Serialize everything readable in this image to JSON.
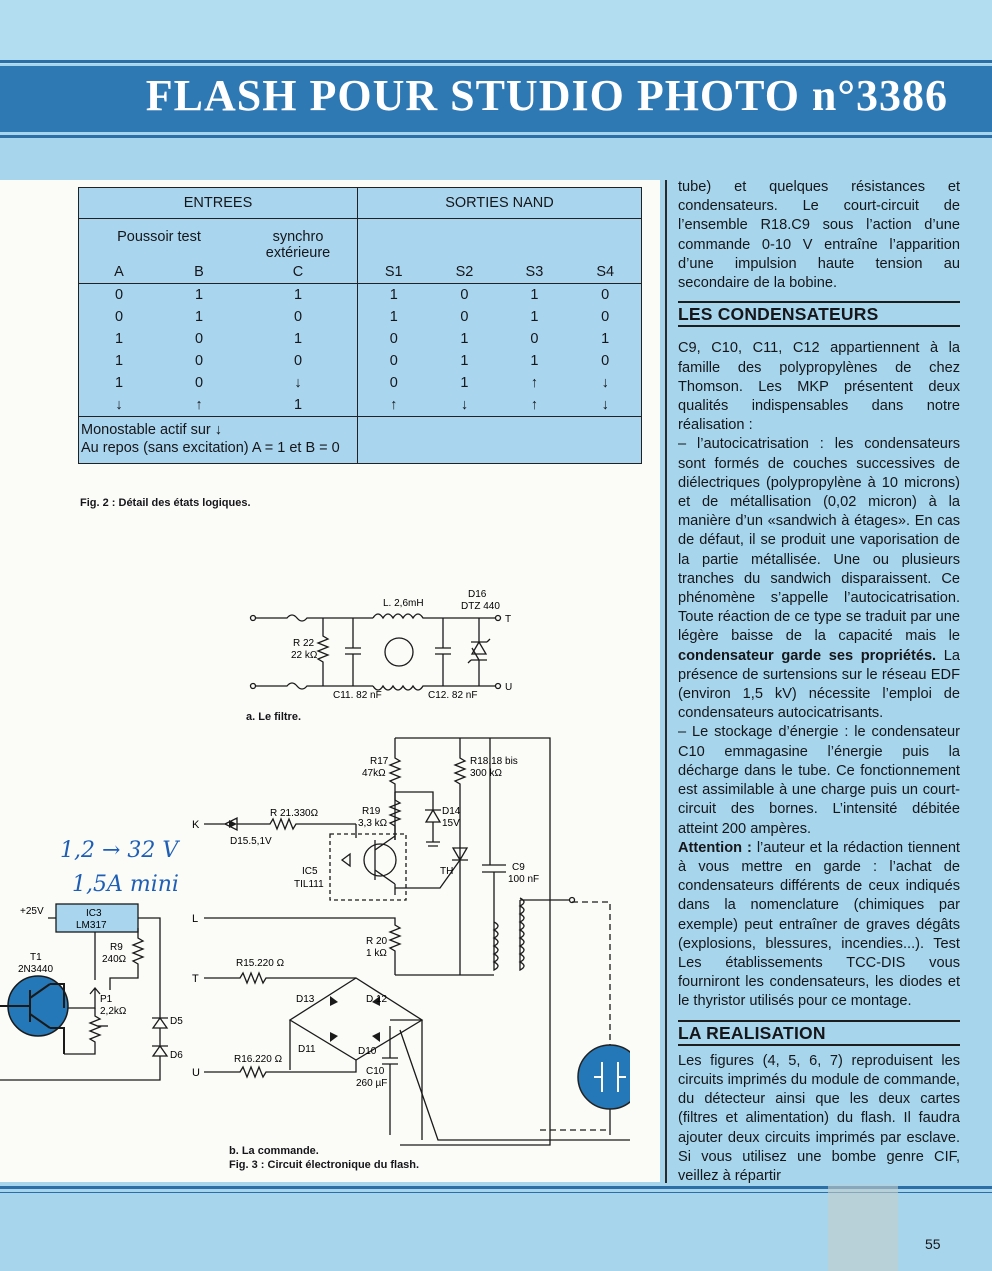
{
  "header": {
    "title": "FLASH POUR STUDIO PHOTO n°3386"
  },
  "table": {
    "entrees_label": "ENTREES",
    "sorties_label": "SORTIES NAND",
    "poussoir_label": "Poussoir test",
    "synchro_label_1": "synchro",
    "synchro_label_2": "extérieure",
    "cols": [
      "A",
      "B",
      "C",
      "S1",
      "S2",
      "S3",
      "S4"
    ],
    "rows": [
      [
        "0",
        "1",
        "1",
        "1",
        "0",
        "1",
        "0"
      ],
      [
        "0",
        "1",
        "0",
        "1",
        "0",
        "1",
        "0"
      ],
      [
        "1",
        "0",
        "1",
        "0",
        "1",
        "0",
        "1"
      ],
      [
        "1",
        "0",
        "0",
        "0",
        "1",
        "1",
        "0"
      ],
      [
        "1",
        "0",
        "↓",
        "0",
        "1",
        "↑",
        "↓"
      ],
      [
        "↓",
        "↑",
        "1",
        "↑",
        "↓",
        "↑",
        "↓"
      ]
    ],
    "note_1": "Monostable actif sur ↓",
    "note_2": "Au repos (sans excitation) A = 1 et B = 0"
  },
  "fig2_caption": "Fig. 2 : Détail des états logiques.",
  "filter": {
    "l": "L. 2,6mH",
    "d16": "D16",
    "dtz": "DTZ 440",
    "r22": "R 22",
    "r22v": "22 kΩ",
    "c11": "C11. 82 nF",
    "c12": "C12. 82 nF",
    "t": "T",
    "u": "U",
    "caption": "a. Le filtre."
  },
  "command": {
    "r17": "R17",
    "r17v": "47kΩ",
    "r18": "R18.18 bis",
    "r18v": "300 kΩ",
    "r21": "R 21.330Ω",
    "r19": "R19",
    "r19v": "3,3 kΩ",
    "d14": "D14",
    "d14v": "15V",
    "k": "K",
    "d15": "D15.5,1V",
    "ic5": "IC5",
    "ic5v": "TIL111",
    "th": "TH",
    "c9": "C9",
    "c9v": "100 nF",
    "l": "L",
    "r20": "R 20",
    "r20v": "1 kΩ",
    "t": "T",
    "r15": "R15.220 Ω",
    "d13": "D13",
    "d12": "D 12",
    "d11": "D11",
    "d10": "D10",
    "u": "U",
    "r16": "R16.220 Ω",
    "c10": "C10",
    "c10v": "260 µF",
    "caption_1": "b. La commande.",
    "caption_2": "Fig. 3 : Circuit électronique du flash."
  },
  "supply": {
    "hand_1": "1,2 → 32 V",
    "hand_2": "1,5A mini",
    "plus25": "+25V",
    "ic3": "IC3",
    "ic3v": "LM317",
    "r9": "R9",
    "r9v": "240Ω",
    "t1": "T1",
    "t1v": "2N3440",
    "p1": "P1",
    "p1v": "2,2kΩ",
    "d5": "D5",
    "d6": "D6"
  },
  "text": {
    "intro": "tube) et quelques résistances et condensateurs. Le court-circuit de l’ensemble R18.C9 sous l’action d’une commande 0-10 V entraîne l’apparition d’une impulsion haute tension au secondaire de la bobine.",
    "h_condensateurs": "LES CONDENSATEURS",
    "p1": "C9, C10, C11, C12 appartiennent à la famille des polypropylènes de chez Thomson. Les MKP présentent deux qualités indispensables dans notre réalisation :",
    "p2": "– l’autocicatrisation : les condensateurs sont formés de couches successives de diélectriques (polypropylène à 10 microns) et de métallisation (0,02 micron) à la manière d’un «sandwich à étages». En cas de défaut, il se produit une vaporisation de la partie métallisée. Une ou plusieurs tranches du sandwich disparaissent. Ce phénomène s’appelle l’autocicatrisation. Toute réaction de ce type se traduit par une légère baisse de la capacité mais le",
    "p2_bold": "condensateur garde ses propriétés.",
    "p2_end": "La présence de surtensions sur le réseau EDF (environ 1,5 kV) nécessite l’emploi de condensateurs autocicatrisants.",
    "p3": "– Le stockage d’énergie : le condensateur C10 emmagasine l’énergie puis la décharge dans le tube. Ce fonctionnement est assimilable à une charge puis un court-circuit des bornes. L’intensité débitée atteint 200 ampères.",
    "p4_bold": "Attention :",
    "p4": "l’auteur et la rédaction tiennent à vous mettre en garde : l’achat de condensateurs différents de ceux indiqués dans la nomenclature (chimiques par exemple) peut entraîner de graves dégâts (explosions, blessures, incendies...). Test Les établissements TCC-DIS vous fourniront les condensateurs, les diodes et le thyristor utilisés pour ce montage.",
    "h_realisation": "LA REALISATION",
    "p5": "Les figures (4, 5, 6, 7) reproduisent les circuits imprimés du module de commande, du détecteur ainsi que les deux cartes (filtres et alimentation) du flash. Il faudra ajouter deux circuits imprimés par esclave. Si vous utilisez une bombe genre CIF, veillez à répartir"
  },
  "page_number": "55"
}
